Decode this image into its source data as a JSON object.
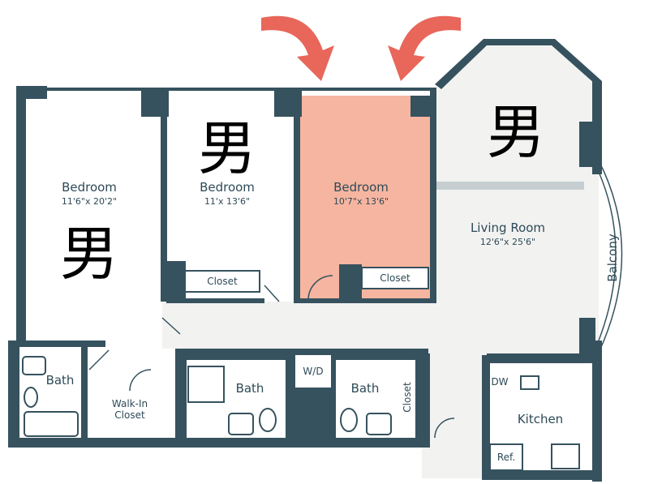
{
  "rooms": {
    "bedroom_left": {
      "name": "Bedroom",
      "dims": "11'6\"x 20'2\""
    },
    "bedroom_middle": {
      "name": "Bedroom",
      "dims": "11'x 13'6\""
    },
    "bedroom_right": {
      "name": "Bedroom",
      "dims": "10'7\"x 13'6\""
    },
    "living_room": {
      "name": "Living Room",
      "dims": "12'6\"x 25'6\""
    },
    "balcony": "Balcony",
    "kitchen": "Kitchen",
    "bath_left": "Bath",
    "bath_middle": "Bath",
    "bath_right": "Bath",
    "walk_in_line1": "Walk-In",
    "walk_in_line2": "Closet",
    "closet_middle": "Closet",
    "closet_right": "Closet",
    "closet_vertical": "Closet",
    "wd": "W/D",
    "dw": "DW",
    "ref": "Ref."
  },
  "overlay_marks": {
    "mark": "男"
  },
  "colors": {
    "wall": "#36525e",
    "highlight_room": "#f6b5a0",
    "arrow": "#e8665a",
    "floor_tile": "#f2f2f1",
    "label": "#2e4a57"
  },
  "icons": [
    "arrow-left-icon",
    "arrow-right-icon"
  ]
}
